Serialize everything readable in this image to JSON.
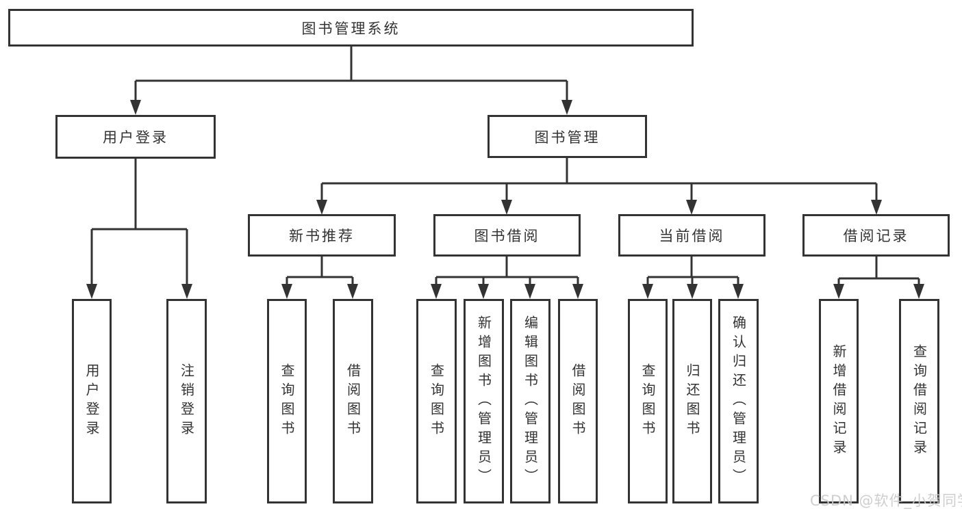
{
  "diagram_type": "functional-structure-tree",
  "colors": {
    "line": "#333333",
    "text": "#333333",
    "box_fill": "#ffffff",
    "background": "#ffffff",
    "watermark": "#cacaca"
  },
  "tree": {
    "root": "图书管理系统",
    "branches": [
      {
        "label": "用户登录",
        "children": [
          "用户登录",
          "注销登录"
        ]
      },
      {
        "label": "图书管理",
        "children": [
          {
            "label": "新书推荐",
            "children": [
              "查询图书",
              "借阅图书"
            ]
          },
          {
            "label": "图书借阅",
            "children": [
              "查询图书",
              "新增图书（管理员）",
              "编辑图书（管理员）",
              "借阅图书"
            ]
          },
          {
            "label": "当前借阅",
            "children": [
              "查询图书",
              "归还图书",
              "确认归还（管理员）"
            ]
          },
          {
            "label": "借阅记录",
            "children": [
              "新增借阅记录",
              "查询借阅记录"
            ]
          }
        ]
      }
    ]
  },
  "watermark": "CSDN @软件_小贺同学"
}
